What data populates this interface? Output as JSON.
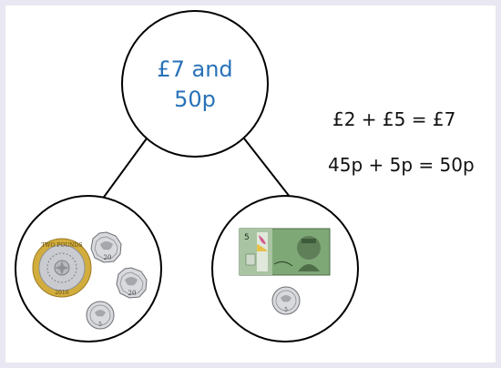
{
  "whole": {
    "label_line1": "£7 and",
    "label_line2": "50p"
  },
  "equations": [
    "£2 + £5 = £7",
    "45p + 5p = 50p"
  ],
  "left_part": {
    "coins": [
      {
        "icon": "two-pound-coin-icon",
        "text": "TWO POUNDS",
        "year": "2010"
      },
      {
        "icon": "twenty-pence-coin-icon",
        "value": "20"
      },
      {
        "icon": "twenty-pence-coin-icon",
        "value": "20"
      },
      {
        "icon": "five-pence-coin-icon",
        "value": "5"
      }
    ]
  },
  "right_part": {
    "items": [
      {
        "icon": "five-pound-note-icon",
        "value": "5"
      },
      {
        "icon": "five-pence-coin-icon",
        "value": "5"
      }
    ]
  },
  "colors": {
    "label_blue": "#2872b8",
    "outline": "#000000",
    "note_green": "#7fa877",
    "gold": "#d2ad3d",
    "silver": "#c9cbd0"
  }
}
